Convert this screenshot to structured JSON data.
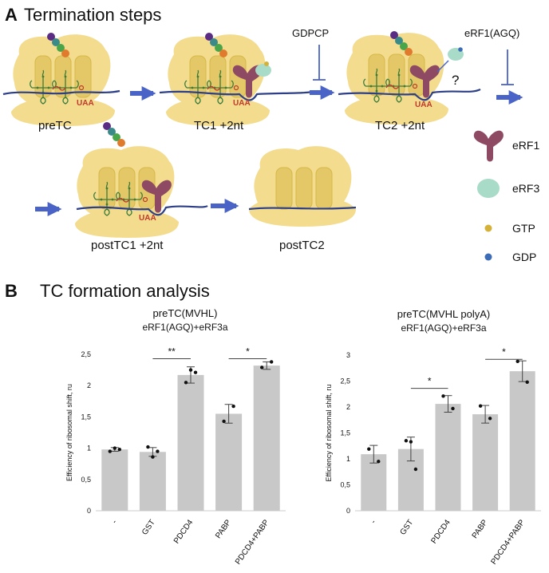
{
  "panel_a": {
    "letter": "A",
    "title": "Termination steps",
    "states": {
      "pretc": "preTC",
      "tc1": "TC1 +2nt",
      "tc2": "TC2 +2nt",
      "posttc1": "postTC1 +2nt",
      "posttc2": "postTC2"
    },
    "codon": "UAA",
    "inhibitors": {
      "gdpcp": "GDPCP",
      "erf1agq": "eRF1(AGQ)"
    },
    "question_mark": "?",
    "legend": [
      {
        "label": "eRF1",
        "icon": "erf1-icon",
        "color": "#8e4a63"
      },
      {
        "label": "eRF3",
        "icon": "erf3-icon",
        "color": "#a8dcc8"
      },
      {
        "label": "GTP",
        "icon": "gtp-icon",
        "color": "#d4b23a"
      },
      {
        "label": "GDP",
        "icon": "gdp-icon",
        "color": "#3b6cb5"
      }
    ],
    "colors": {
      "ribosome": "#f3dc8e",
      "trna_slot": "#e4c868",
      "mrna": "#2c3f87",
      "arrow": "#4a63c6",
      "codon": "#c0392b"
    }
  },
  "panel_b": {
    "letter": "B",
    "title": "TC formation analysis"
  },
  "chart_data": [
    {
      "type": "bar",
      "title": "preTC(MVHL)",
      "subtitle": "eRF1(AGQ)+eRF3a",
      "ylabel": "Efficiency of ribosomal shift, ru",
      "categories": [
        "-",
        "GST",
        "PDCD4",
        "PABP",
        "PDCD4+PABP"
      ],
      "values": [
        0.98,
        0.94,
        2.17,
        1.55,
        2.32
      ],
      "errors": [
        0.03,
        0.07,
        0.13,
        0.15,
        0.06
      ],
      "points": [
        [
          0.95,
          1.0,
          0.98
        ],
        [
          1.02,
          0.86,
          0.95
        ],
        [
          2.05,
          2.25,
          2.21
        ],
        [
          1.43,
          1.67
        ],
        [
          2.29,
          2.38
        ]
      ],
      "ylim": [
        0,
        2.5
      ],
      "yticks": [
        "0",
        "0,5",
        "1",
        "1,5",
        "2",
        "2,5"
      ],
      "significance": [
        {
          "label": "**",
          "from": 1,
          "to": 2,
          "y": 2.43
        },
        {
          "label": "*",
          "from": 3,
          "to": 4,
          "y": 2.43
        }
      ],
      "grid": false,
      "bar_color": "#c8c8c8"
    },
    {
      "type": "bar",
      "title": "preTC(MVHL polyA)",
      "subtitle": "eRF1(AGQ)+eRF3a",
      "ylabel": "Efficiency of ribosomal shift, ru",
      "categories": [
        "-",
        "GST",
        "PDCD4",
        "PABP",
        "PDCD4+PABP"
      ],
      "values": [
        1.09,
        1.19,
        2.06,
        1.86,
        2.69
      ],
      "errors": [
        0.17,
        0.23,
        0.16,
        0.17,
        0.2
      ],
      "points": [
        [
          1.19,
          0.95
        ],
        [
          1.35,
          1.33,
          0.8
        ],
        [
          2.21,
          1.97
        ],
        [
          2.02,
          1.78
        ],
        [
          2.88,
          2.48
        ]
      ],
      "ylim": [
        0,
        3
      ],
      "yticks": [
        "0",
        "0,5",
        "1",
        "1,5",
        "2",
        "2,5",
        "3"
      ],
      "significance": [
        {
          "label": "*",
          "from": 1,
          "to": 2,
          "y": 2.36
        },
        {
          "label": "*",
          "from": 3,
          "to": 4,
          "y": 2.92
        }
      ],
      "grid": false,
      "bar_color": "#c8c8c8"
    }
  ]
}
